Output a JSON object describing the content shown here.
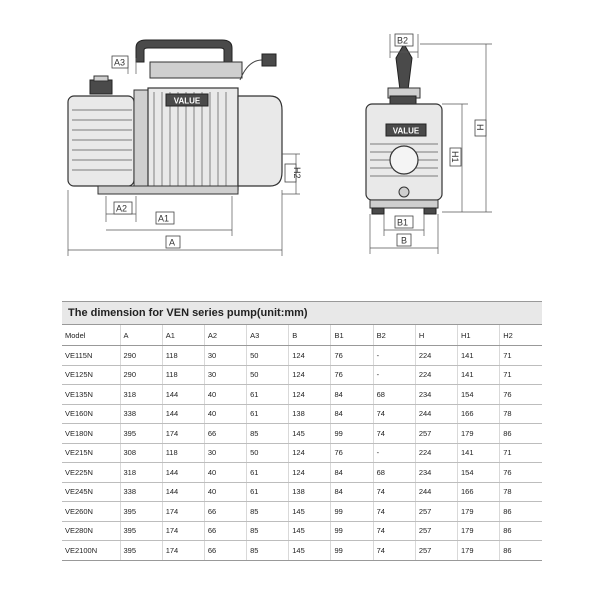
{
  "drawing": {
    "side_view_logo": "VALUE",
    "front_view_logo": "VALUE",
    "labels": {
      "A": "A",
      "A1": "A1",
      "A2": "A2",
      "A3": "A3",
      "H2": "H2",
      "B": "B",
      "B1": "B1",
      "B2": "B2",
      "H": "H",
      "H1": "H1"
    }
  },
  "table": {
    "title": "The dimension for VEN series pump(unit:mm)",
    "headers": [
      "Model",
      "A",
      "A1",
      "A2",
      "A3",
      "B",
      "B1",
      "B2",
      "H",
      "H1",
      "H2"
    ],
    "rows": [
      [
        "VE115N",
        "290",
        "118",
        "30",
        "50",
        "124",
        "76",
        "-",
        "224",
        "141",
        "71"
      ],
      [
        "VE125N",
        "290",
        "118",
        "30",
        "50",
        "124",
        "76",
        "-",
        "224",
        "141",
        "71"
      ],
      [
        "VE135N",
        "318",
        "144",
        "40",
        "61",
        "124",
        "84",
        "68",
        "234",
        "154",
        "76"
      ],
      [
        "VE160N",
        "338",
        "144",
        "40",
        "61",
        "138",
        "84",
        "74",
        "244",
        "166",
        "78"
      ],
      [
        "VE180N",
        "395",
        "174",
        "66",
        "85",
        "145",
        "99",
        "74",
        "257",
        "179",
        "86"
      ],
      [
        "VE215N",
        "308",
        "118",
        "30",
        "50",
        "124",
        "76",
        "-",
        "224",
        "141",
        "71"
      ],
      [
        "VE225N",
        "318",
        "144",
        "40",
        "61",
        "124",
        "84",
        "68",
        "234",
        "154",
        "76"
      ],
      [
        "VE245N",
        "338",
        "144",
        "40",
        "61",
        "138",
        "84",
        "74",
        "244",
        "166",
        "78"
      ],
      [
        "VE260N",
        "395",
        "174",
        "66",
        "85",
        "145",
        "99",
        "74",
        "257",
        "179",
        "86"
      ],
      [
        "VE280N",
        "395",
        "174",
        "66",
        "85",
        "145",
        "99",
        "74",
        "257",
        "179",
        "86"
      ],
      [
        "VE2100N",
        "395",
        "174",
        "66",
        "85",
        "145",
        "99",
        "74",
        "257",
        "179",
        "86"
      ]
    ]
  }
}
